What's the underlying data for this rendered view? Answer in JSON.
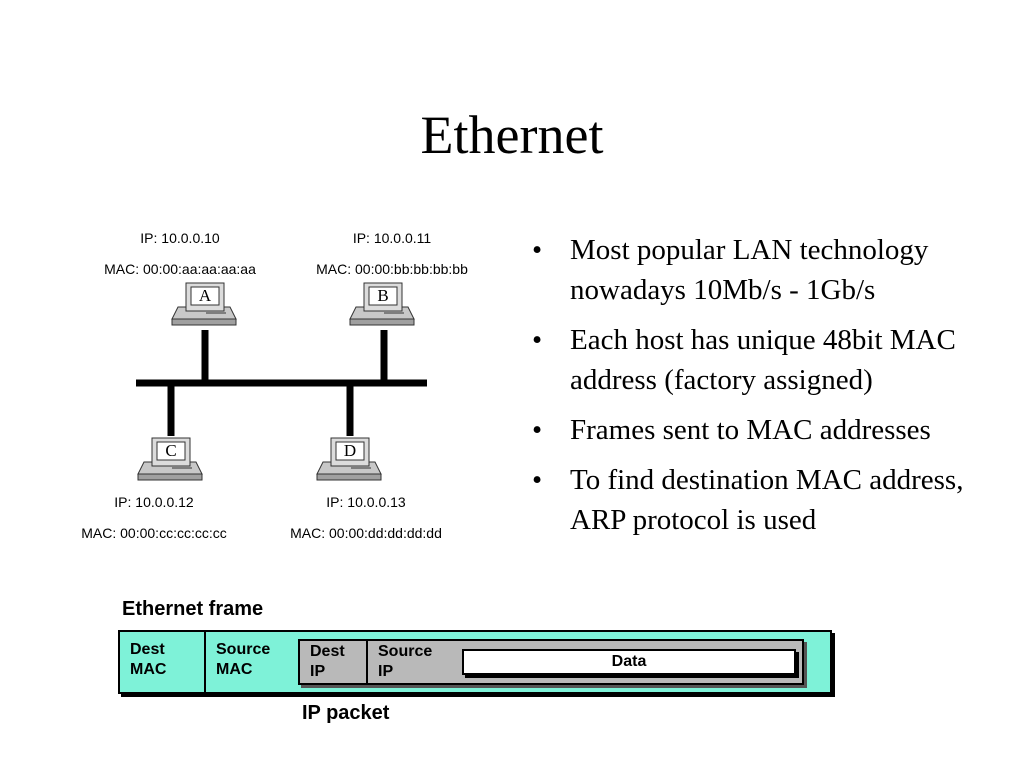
{
  "title": "Ethernet",
  "bullets": [
    "Most popular LAN technology nowadays 10Mb/s - 1Gb/s",
    "Each host has unique 48bit MAC address (factory assigned)",
    "Frames sent to MAC addresses",
    "To find destination MAC address, ARP protocol is used"
  ],
  "hosts": [
    {
      "name": "A",
      "ip": "IP: 10.0.0.10",
      "mac": "MAC: 00:00:aa:aa:aa:aa"
    },
    {
      "name": "B",
      "ip": "IP: 10.0.0.11",
      "mac": "MAC: 00:00:bb:bb:bb:bb"
    },
    {
      "name": "C",
      "ip": "IP: 10.0.0.12",
      "mac": "MAC: 00:00:cc:cc:cc:cc"
    },
    {
      "name": "D",
      "ip": "IP: 10.0.0.13",
      "mac": "MAC: 00:00:dd:dd:dd:dd"
    }
  ],
  "frame": {
    "caption": "Ethernet frame",
    "dest_mac": [
      "Dest",
      "MAC"
    ],
    "source_mac": [
      "Source",
      "MAC"
    ],
    "dest_ip": [
      "Dest",
      "IP"
    ],
    "source_ip": [
      "Source",
      "IP"
    ],
    "data": "Data",
    "packet_caption": "IP packet"
  },
  "colors": {
    "frame_fill": "#7ef2d8",
    "packet_fill": "#b9b9b9"
  }
}
